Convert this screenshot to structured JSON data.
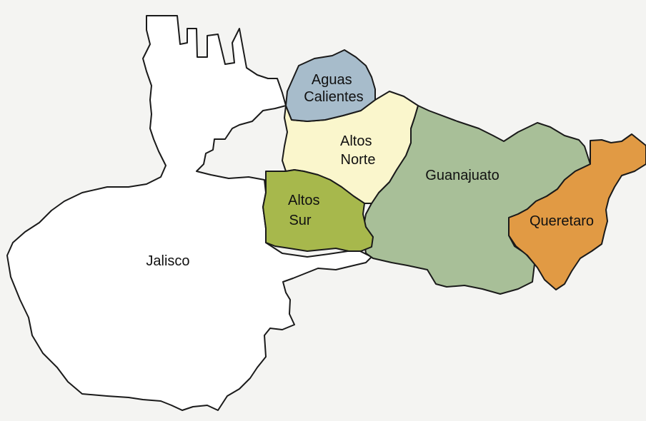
{
  "map": {
    "regions": [
      {
        "id": "jalisco",
        "name": "Jalisco",
        "label_lines": [
          "Jalisco"
        ],
        "color": "#ffffff"
      },
      {
        "id": "aguascalientes",
        "name": "Aguas Calientes",
        "label_lines": [
          "Aguas",
          "Calientes"
        ],
        "color": "#a7bccb"
      },
      {
        "id": "altos-norte",
        "name": "Altos Norte",
        "label_lines": [
          "Altos",
          "Norte"
        ],
        "color": "#faf6cc"
      },
      {
        "id": "altos-sur",
        "name": "Altos Sur",
        "label_lines": [
          "Altos",
          "Sur"
        ],
        "color": "#a7b84c"
      },
      {
        "id": "guanajuato",
        "name": "Guanajuato",
        "label_lines": [
          "Guanajuato"
        ],
        "color": "#a8bf98"
      },
      {
        "id": "queretaro",
        "name": "Queretaro",
        "label_lines": [
          "Queretaro"
        ],
        "color": "#e19a44"
      }
    ]
  }
}
